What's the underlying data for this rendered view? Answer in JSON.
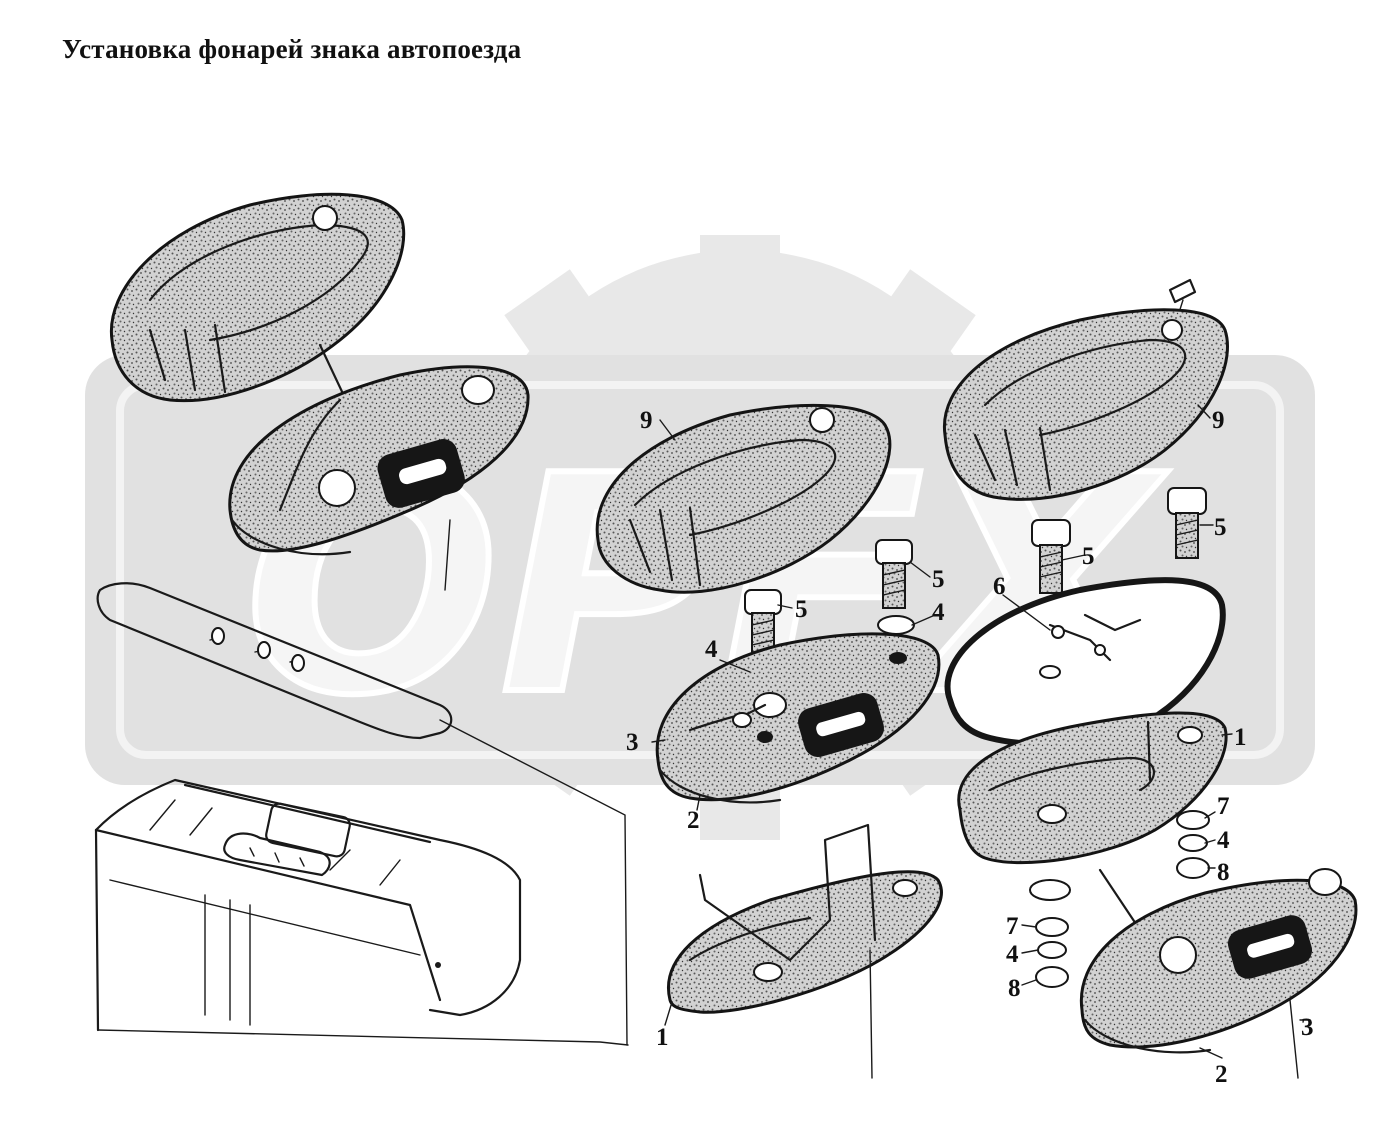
{
  "title": "Установка фонарей знака автопоезда",
  "watermark": {
    "text": "ОРЕХ",
    "color": "#e4e4e4"
  },
  "colors": {
    "line": "#1a1a1a",
    "stipple": "#8a8a8a",
    "background": "#ffffff"
  },
  "callouts": {
    "c9a": "9",
    "c9b": "9",
    "c5a": "5",
    "c5b": "5",
    "c5c": "5",
    "c5d": "5",
    "c4a": "4",
    "c4b": "4",
    "c4c": "4",
    "c4d": "4",
    "c3a": "3",
    "c3b": "3",
    "c2a": "2",
    "c2b": "2",
    "c6": "6",
    "c1a": "1",
    "c1b": "1",
    "c7a": "7",
    "c7b": "7",
    "c8a": "8",
    "c8b": "8"
  }
}
